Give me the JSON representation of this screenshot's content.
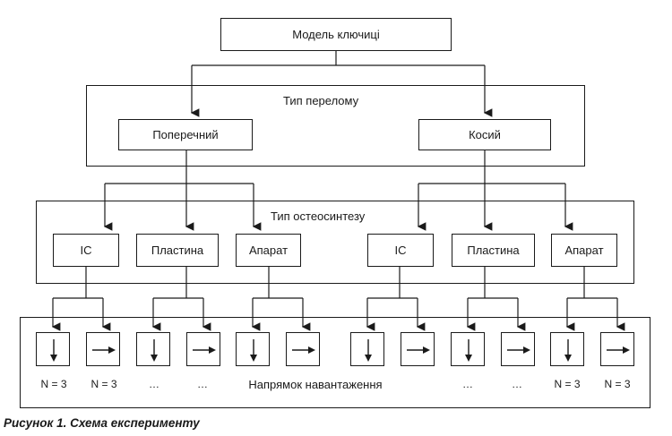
{
  "model_label": "Модель ключиці",
  "fracture_type": {
    "title": "Тип перелому",
    "left": "Поперечний",
    "right": "Косий"
  },
  "osteosynthesis": {
    "title": "Тип остеосинтезу",
    "methods": [
      "ІС",
      "Пластина",
      "Апарат",
      "ІС",
      "Пластина",
      "Апарат"
    ]
  },
  "load": {
    "title": "Напрямок навантаження",
    "counts": [
      "N = 3",
      "N = 3",
      "…",
      "…",
      "…",
      "…",
      "N = 3",
      "N = 3"
    ]
  },
  "caption": "Рисунок 1. Схема експерименту"
}
